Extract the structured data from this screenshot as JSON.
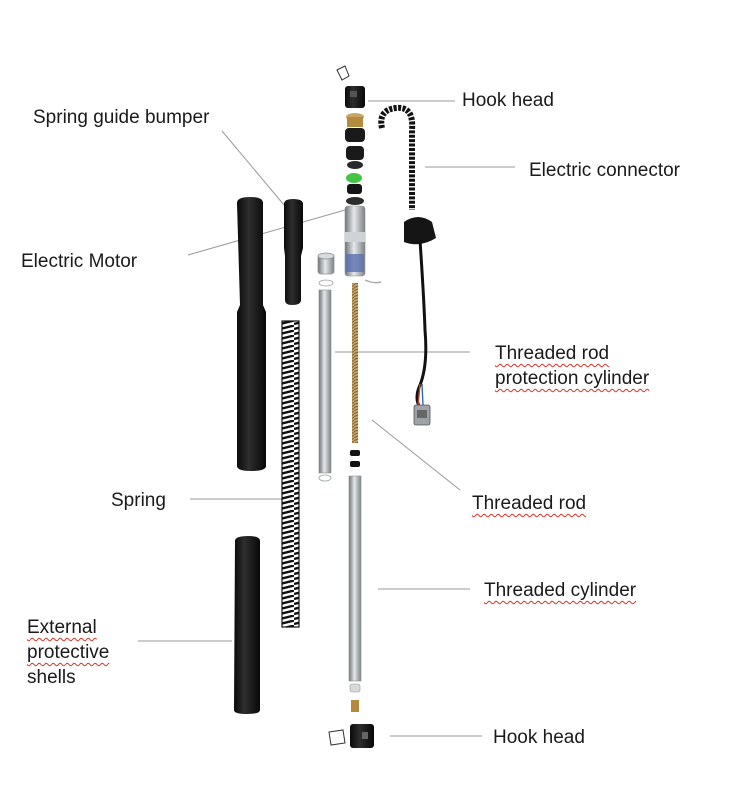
{
  "labels": {
    "hook_head_top": "Hook head",
    "spring_guide_bumper": "Spring guide bumper",
    "electric_connector": "Electric connector",
    "electric_motor": "Electric Motor",
    "threaded_rod_protection_line1": "Threaded rod",
    "threaded_rod_protection_line2": "protection cylinder",
    "threaded_rod": "Threaded rod",
    "spring": "Spring",
    "threaded_cylinder": "Threaded cylinder",
    "external_shells_line1": "External",
    "external_shells_line2": "protective",
    "external_shells_line3": "shells",
    "hook_head_bottom": "Hook head"
  },
  "colors": {
    "text": "#1a1a1a",
    "leader_line": "#9a9a9a",
    "spellcheck_underline": "#d93025",
    "part_black": "#141414",
    "metal": "#b8bcbf",
    "accent_green": "#43c443",
    "accent_blue": "#5a6fb0",
    "accent_brass": "#b48a3c"
  }
}
